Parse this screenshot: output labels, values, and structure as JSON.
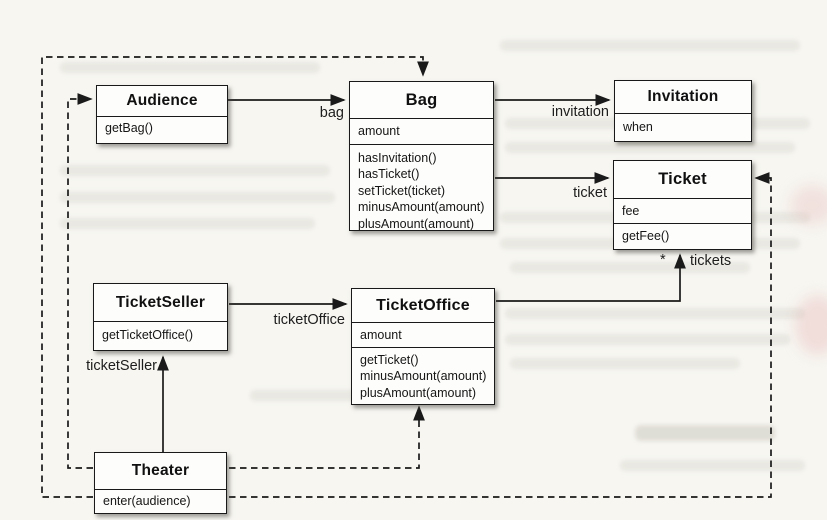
{
  "diagram": {
    "classes": {
      "audience": {
        "name": "Audience",
        "methods": [
          "getBag()"
        ]
      },
      "bag": {
        "name": "Bag",
        "attributes": [
          "amount"
        ],
        "methods": [
          "hasInvitation()",
          "hasTicket()",
          "setTicket(ticket)",
          "minusAmount(amount)",
          "plusAmount(amount)"
        ]
      },
      "invitation": {
        "name": "Invitation",
        "attributes": [
          "when"
        ]
      },
      "ticket": {
        "name": "Ticket",
        "attributes": [
          "fee"
        ],
        "methods": [
          "getFee()"
        ]
      },
      "ticket_seller": {
        "name": "TicketSeller",
        "methods": [
          "getTicketOffice()"
        ]
      },
      "ticket_office": {
        "name": "TicketOffice",
        "attributes": [
          "amount"
        ],
        "methods": [
          "getTicket()",
          "minusAmount(amount)",
          "plusAmount(amount)"
        ]
      },
      "theater": {
        "name": "Theater",
        "methods": [
          "enter(audience)"
        ]
      }
    },
    "relationship_labels": {
      "bag": "bag",
      "invitation": "invitation",
      "ticket": "ticket",
      "ticket_office": "ticketOffice",
      "ticket_seller": "ticketSeller",
      "tickets": "tickets",
      "tickets_multiplicity": "*"
    },
    "colors": {
      "line": "#1a1a1a",
      "box_fill": "#fdfdfb",
      "paper": "#f7f6f1"
    }
  }
}
